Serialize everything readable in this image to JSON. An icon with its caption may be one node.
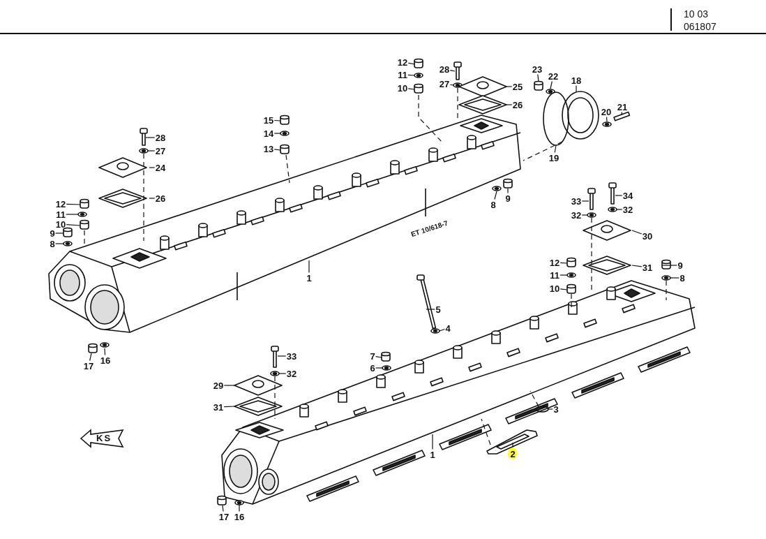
{
  "diagram": {
    "nodes": [
      {
        "text": [
          "12"
        ]
      },
      {
        "text": [
          "11"
        ]
      },
      {
        "text": [
          "10"
        ]
      },
      {
        "text": [
          "28"
        ]
      },
      {
        "text": [
          "27"
        ]
      },
      {
        "text": [
          "25"
        ]
      },
      {
        "text": [
          "26"
        ]
      },
      {
        "text": [
          "23"
        ]
      },
      {
        "text": [
          "22"
        ]
      },
      {
        "text": [
          "18"
        ]
      },
      {
        "text": [
          "20"
        ]
      },
      {
        "text": [
          "21"
        ]
      },
      {
        "text": [
          "19"
        ]
      },
      {
        "text": [
          "15"
        ]
      },
      {
        "text": [
          "14"
        ]
      },
      {
        "text": [
          "13"
        ]
      },
      {
        "text": [
          "28"
        ]
      },
      {
        "text": [
          "27"
        ]
      },
      {
        "text": [
          "24"
        ]
      },
      {
        "text": [
          "26"
        ]
      },
      {
        "text": [
          "12"
        ]
      },
      {
        "text": [
          "11"
        ]
      },
      {
        "text": [
          "10"
        ]
      },
      {
        "text": [
          "9"
        ]
      },
      {
        "text": [
          "8"
        ]
      },
      {
        "text": [
          "8"
        ]
      },
      {
        "text": [
          "9"
        ]
      },
      {
        "text": [
          "1"
        ]
      },
      {
        "text": [
          "17"
        ]
      },
      {
        "text": [
          "16"
        ]
      },
      {
        "text": [
          "33"
        ]
      },
      {
        "text": [
          "34"
        ]
      },
      {
        "text": [
          "32"
        ]
      },
      {
        "text": [
          "32"
        ]
      },
      {
        "text": [
          "30"
        ]
      },
      {
        "text": [
          "31"
        ]
      },
      {
        "text": [
          "12"
        ]
      },
      {
        "text": [
          "11"
        ]
      },
      {
        "text": [
          "10"
        ]
      },
      {
        "text": [
          "9"
        ]
      },
      {
        "text": [
          "8"
        ]
      },
      {
        "text": [
          "5"
        ]
      },
      {
        "text": [
          "4"
        ]
      },
      {
        "text": [
          "7"
        ]
      },
      {
        "text": [
          "6"
        ]
      },
      {
        "text": [
          "33"
        ]
      },
      {
        "text": [
          "32"
        ]
      },
      {
        "text": [
          "29"
        ]
      },
      {
        "text": [
          "31"
        ]
      },
      {
        "text": [
          "3"
        ]
      },
      {
        "text": [
          "2"
        ]
      },
      {
        "text": [
          "1"
        ]
      },
      {
        "text": [
          "17"
        ]
      },
      {
        "text": [
          "16"
        ]
      },
      {
        "text": [
          "KS"
        ]
      },
      {
        "text": [],
        "shape": "cylinder"
      },
      {
        "text": [],
        "shape": "circle"
      },
      {
        "text": [],
        "shape": "cylinder"
      },
      {
        "text": [],
        "shape": "bar"
      },
      {
        "text": [],
        "shape": "circle"
      },
      {
        "text": [],
        "shape": "diamond"
      },
      {
        "text": [],
        "shape": "diamond"
      },
      {
        "text": [],
        "shape": "cylinder"
      },
      {
        "text": [],
        "shape": "circle"
      },
      {
        "text": [],
        "shape": "circle"
      },
      {
        "text": [],
        "shape": "circle"
      },
      {
        "text": [],
        "shape": "bar"
      },
      {
        "text": [],
        "shape": "circle"
      },
      {
        "text": [],
        "shape": "cylinder"
      },
      {
        "text": [],
        "shape": "circle"
      },
      {
        "text": [],
        "shape": "cylinder"
      },
      {
        "text": [],
        "shape": "bar"
      },
      {
        "text": [],
        "shape": "circle"
      },
      {
        "text": [],
        "shape": "diamond"
      },
      {
        "text": [],
        "shape": "diamond"
      },
      {
        "text": [],
        "shape": "cylinder"
      },
      {
        "text": [],
        "shape": "circle"
      },
      {
        "text": [],
        "shape": "cylinder"
      },
      {
        "text": [],
        "shape": "cylinder"
      },
      {
        "text": [],
        "shape": "circle"
      },
      {
        "text": [],
        "shape": "circle"
      },
      {
        "text": [],
        "shape": "cylinder"
      },
      {
        "text": [],
        "shape": "picture"
      },
      {
        "text": [],
        "shape": "cylinder"
      },
      {
        "text": [],
        "shape": "circle"
      },
      {
        "text": [],
        "shape": "bar"
      },
      {
        "text": [],
        "shape": "bar"
      },
      {
        "text": [],
        "shape": "circle"
      },
      {
        "text": [],
        "shape": "circle"
      },
      {
        "text": [],
        "shape": "diamond"
      },
      {
        "text": [],
        "shape": "diamond"
      },
      {
        "text": [],
        "shape": "cylinder"
      },
      {
        "text": [],
        "shape": "circle"
      },
      {
        "text": [],
        "shape": "cylinder"
      },
      {
        "text": [],
        "shape": "cylinder"
      },
      {
        "text": [],
        "shape": "circle"
      },
      {
        "text": [],
        "shape": "bar"
      },
      {
        "text": [],
        "shape": "circle"
      },
      {
        "text": [],
        "shape": "cylinder"
      },
      {
        "text": [],
        "shape": "circle"
      },
      {
        "text": [],
        "shape": "bar"
      },
      {
        "text": [],
        "shape": "circle"
      },
      {
        "text": [],
        "shape": "diamond"
      },
      {
        "text": [],
        "shape": "diamond"
      },
      {
        "text": [],
        "shape": "circle"
      },
      {
        "text": [],
        "shape": "box"
      },
      {
        "text": [],
        "shape": "picture"
      },
      {
        "text": [],
        "shape": "cylinder"
      },
      {
        "text": [],
        "shape": "circle"
      }
    ],
    "edges": [
      {
        "from": 0,
        "to": 55,
        "arrow": "none"
      },
      {
        "from": 1,
        "to": 56,
        "arrow": "none"
      },
      {
        "from": 2,
        "to": 57,
        "arrow": "none"
      },
      {
        "from": 3,
        "to": 58,
        "arrow": "none"
      },
      {
        "from": 4,
        "to": 59,
        "arrow": "none"
      },
      {
        "from": 5,
        "to": 60,
        "arrow": "none"
      },
      {
        "from": 6,
        "to": 61,
        "arrow": "none"
      },
      {
        "from": 7,
        "to": 62,
        "arrow": "none"
      },
      {
        "from": 8,
        "to": 63,
        "arrow": "none"
      },
      {
        "from": 9,
        "to": 64,
        "arrow": "none"
      },
      {
        "from": 10,
        "to": 65,
        "arrow": "none"
      },
      {
        "from": 11,
        "to": 66,
        "arrow": "none"
      },
      {
        "from": 12,
        "to": 67,
        "arrow": "none"
      },
      {
        "from": 13,
        "to": 68,
        "arrow": "none"
      },
      {
        "from": 14,
        "to": 69,
        "arrow": "none"
      },
      {
        "from": 15,
        "to": 70,
        "arrow": "none"
      },
      {
        "from": 16,
        "to": 71,
        "arrow": "none"
      },
      {
        "from": 17,
        "to": 72,
        "arrow": "none"
      },
      {
        "from": 18,
        "to": 73,
        "arrow": "none"
      },
      {
        "from": 19,
        "to": 74,
        "arrow": "none"
      },
      {
        "from": 20,
        "to": 75,
        "arrow": "none"
      },
      {
        "from": 21,
        "to": 76,
        "arrow": "none"
      },
      {
        "from": 22,
        "to": 77,
        "arrow": "none"
      },
      {
        "from": 23,
        "to": 78,
        "arrow": "none"
      },
      {
        "from": 24,
        "to": 79,
        "arrow": "none"
      },
      {
        "from": 25,
        "to": 80,
        "arrow": "none"
      },
      {
        "from": 26,
        "to": 81,
        "arrow": "none"
      },
      {
        "from": 27,
        "to": 82,
        "arrow": "none"
      },
      {
        "from": 28,
        "to": 83,
        "arrow": "none"
      },
      {
        "from": 29,
        "to": 84,
        "arrow": "none"
      },
      {
        "from": 30,
        "to": 85,
        "arrow": "none"
      },
      {
        "from": 31,
        "to": 86,
        "arrow": "none"
      },
      {
        "from": 32,
        "to": 87,
        "arrow": "none"
      },
      {
        "from": 33,
        "to": 88,
        "arrow": "none"
      },
      {
        "from": 34,
        "to": 89,
        "arrow": "none"
      },
      {
        "from": 35,
        "to": 90,
        "arrow": "none"
      },
      {
        "from": 36,
        "to": 91,
        "arrow": "none"
      },
      {
        "from": 37,
        "to": 92,
        "arrow": "none"
      },
      {
        "from": 38,
        "to": 93,
        "arrow": "none"
      },
      {
        "from": 39,
        "to": 94,
        "arrow": "none"
      },
      {
        "from": 40,
        "to": 95,
        "arrow": "none"
      },
      {
        "from": 41,
        "to": 96,
        "arrow": "none"
      },
      {
        "from": 42,
        "to": 97,
        "arrow": "none"
      },
      {
        "from": 43,
        "to": 98,
        "arrow": "none"
      },
      {
        "from": 44,
        "to": 99,
        "arrow": "none"
      },
      {
        "from": 45,
        "to": 100,
        "arrow": "none"
      },
      {
        "from": 46,
        "to": 101,
        "arrow": "none"
      },
      {
        "from": 47,
        "to": 102,
        "arrow": "none"
      },
      {
        "from": 48,
        "to": 103,
        "arrow": "none"
      },
      {
        "from": 49,
        "to": 104,
        "arrow": "none"
      },
      {
        "from": 50,
        "to": 105,
        "arrow": "none"
      },
      {
        "from": 51,
        "to": 106,
        "arrow": "none"
      },
      {
        "from": 52,
        "to": 107,
        "arrow": "none"
      },
      {
        "from": 53,
        "to": 108,
        "arrow": "none"
      },
      {
        "from": 57,
        "to": 82,
        "arrow": "none",
        "style": "dashed"
      },
      {
        "from": 59,
        "to": 82,
        "arrow": "none",
        "style": "dashed"
      },
      {
        "from": 67,
        "to": 82,
        "arrow": "none",
        "style": "dashed"
      },
      {
        "from": 70,
        "to": 82,
        "arrow": "none",
        "style": "dashed"
      },
      {
        "from": 72,
        "to": 82,
        "arrow": "none",
        "style": "dashed"
      },
      {
        "from": 77,
        "to": 82,
        "arrow": "none",
        "style": "dashed"
      },
      {
        "from": 87,
        "to": 106,
        "arrow": "none",
        "style": "dashed"
      },
      {
        "from": 93,
        "to": 106,
        "arrow": "none",
        "style": "dashed"
      },
      {
        "from": 95,
        "to": 106,
        "arrow": "none",
        "style": "dashed"
      },
      {
        "from": 101,
        "to": 106,
        "arrow": "none",
        "style": "dashed"
      },
      {
        "from": 104,
        "to": 106,
        "arrow": "none",
        "style": "dashed"
      },
      {
        "from": 105,
        "to": 106,
        "arrow": "none",
        "style": "dashed"
      }
    ],
    "labels": [
      "10 03",
      "061807",
      "ET 10/618-7"
    ]
  }
}
